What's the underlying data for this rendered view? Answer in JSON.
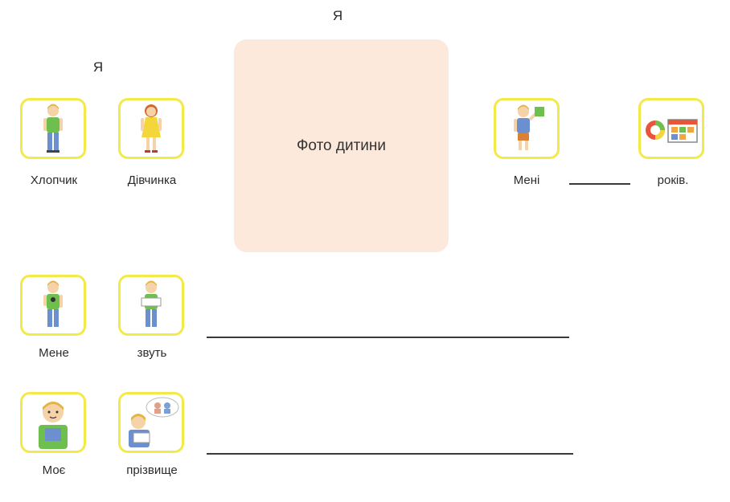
{
  "header": {
    "title": "Я",
    "subtitle": "Я"
  },
  "photo": {
    "label": "Фото дитини"
  },
  "cards": {
    "boy": "Хлопчик",
    "girl": "Дівчинка",
    "me_dative": "Мені",
    "years": "років.",
    "me_acc": "Мене",
    "called": "звуть",
    "my": "Моє",
    "surname": "прізвище"
  },
  "colors": {
    "card_border": "#f2ea48",
    "photo_bg": "#fde8dc"
  }
}
